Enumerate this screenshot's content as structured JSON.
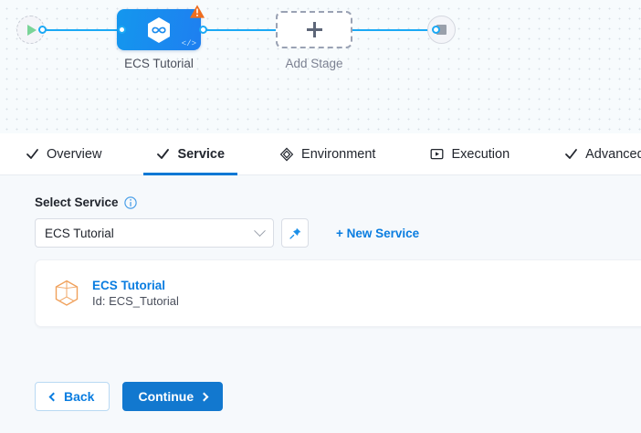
{
  "canvas": {
    "start_node": {
      "icon": "play-icon",
      "name": "pipeline-start"
    },
    "end_node": {
      "icon": "stop-icon",
      "name": "pipeline-end"
    },
    "stage": {
      "label": "ECS Tutorial",
      "icon": "service-hexagon-icon",
      "warning_icon": "warning-triangle-icon",
      "code_badge": "</>",
      "color": "#1a8bee"
    },
    "add_stage": {
      "label": "Add Stage",
      "icon": "plus-icon"
    },
    "edge_color": "#1ba9f5"
  },
  "tabs": [
    {
      "label": "Overview",
      "icon": "check-icon",
      "active": false,
      "complete": true
    },
    {
      "label": "Service",
      "icon": "check-icon",
      "active": true,
      "complete": true
    },
    {
      "label": "Environment",
      "icon": "layers-icon",
      "active": false,
      "complete": false
    },
    {
      "label": "Execution",
      "icon": "play-box-icon",
      "active": false,
      "complete": false
    },
    {
      "label": "Advanced",
      "icon": "check-icon",
      "active": false,
      "complete": true
    }
  ],
  "form": {
    "select_service_label": "Select Service",
    "info_icon": "info-icon",
    "service_select_value": "ECS Tutorial",
    "service_select_placeholder": "Select Service",
    "chevron_icon": "chevron-down-icon",
    "pin_icon": "pin-icon",
    "new_service_label": "+ New Service"
  },
  "service_card": {
    "icon": "cube-hexagon-icon",
    "title": "ECS Tutorial",
    "subtitle": "Id: ECS_Tutorial"
  },
  "footer": {
    "back_label": "Back",
    "continue_label": "Continue"
  },
  "colors": {
    "accent_blue": "#0a7de0",
    "primary_button": "#1278cf",
    "warning_orange": "#ef6d1f",
    "edge_blue": "#1ba9f5",
    "service_icon_orange": "#f0a05a"
  }
}
